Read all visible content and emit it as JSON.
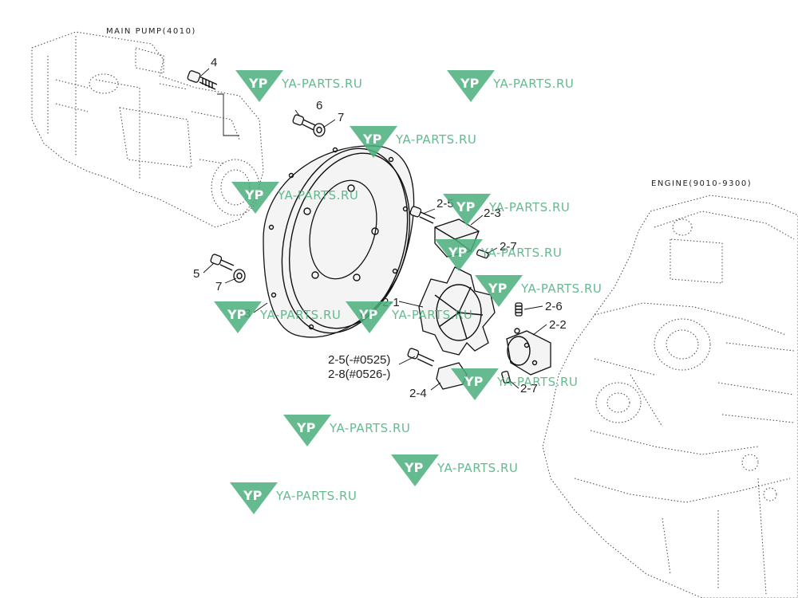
{
  "labels": {
    "main_pump": "MAIN PUMP(4010)",
    "engine": "ENGINE(9010-9300)"
  },
  "callouts": {
    "c4": "4",
    "c6": "6",
    "c7a": "7",
    "c5": "5",
    "c7b": "7",
    "c3": "3",
    "c2_5": "2-5",
    "c2_3": "2-3",
    "c2_7a": "2-7",
    "c2_1": "2-1",
    "c2_6": "2-6",
    "c2_2": "2-2",
    "c2_5b": "2-5(-#0525)",
    "c2_8": "2-8(#0526-)",
    "c2_4": "2-4",
    "c2_7b": "2-7"
  },
  "watermark": {
    "logo_letters": "YP",
    "text": "YA-PARTS.RU",
    "color": "#4caf7d"
  }
}
